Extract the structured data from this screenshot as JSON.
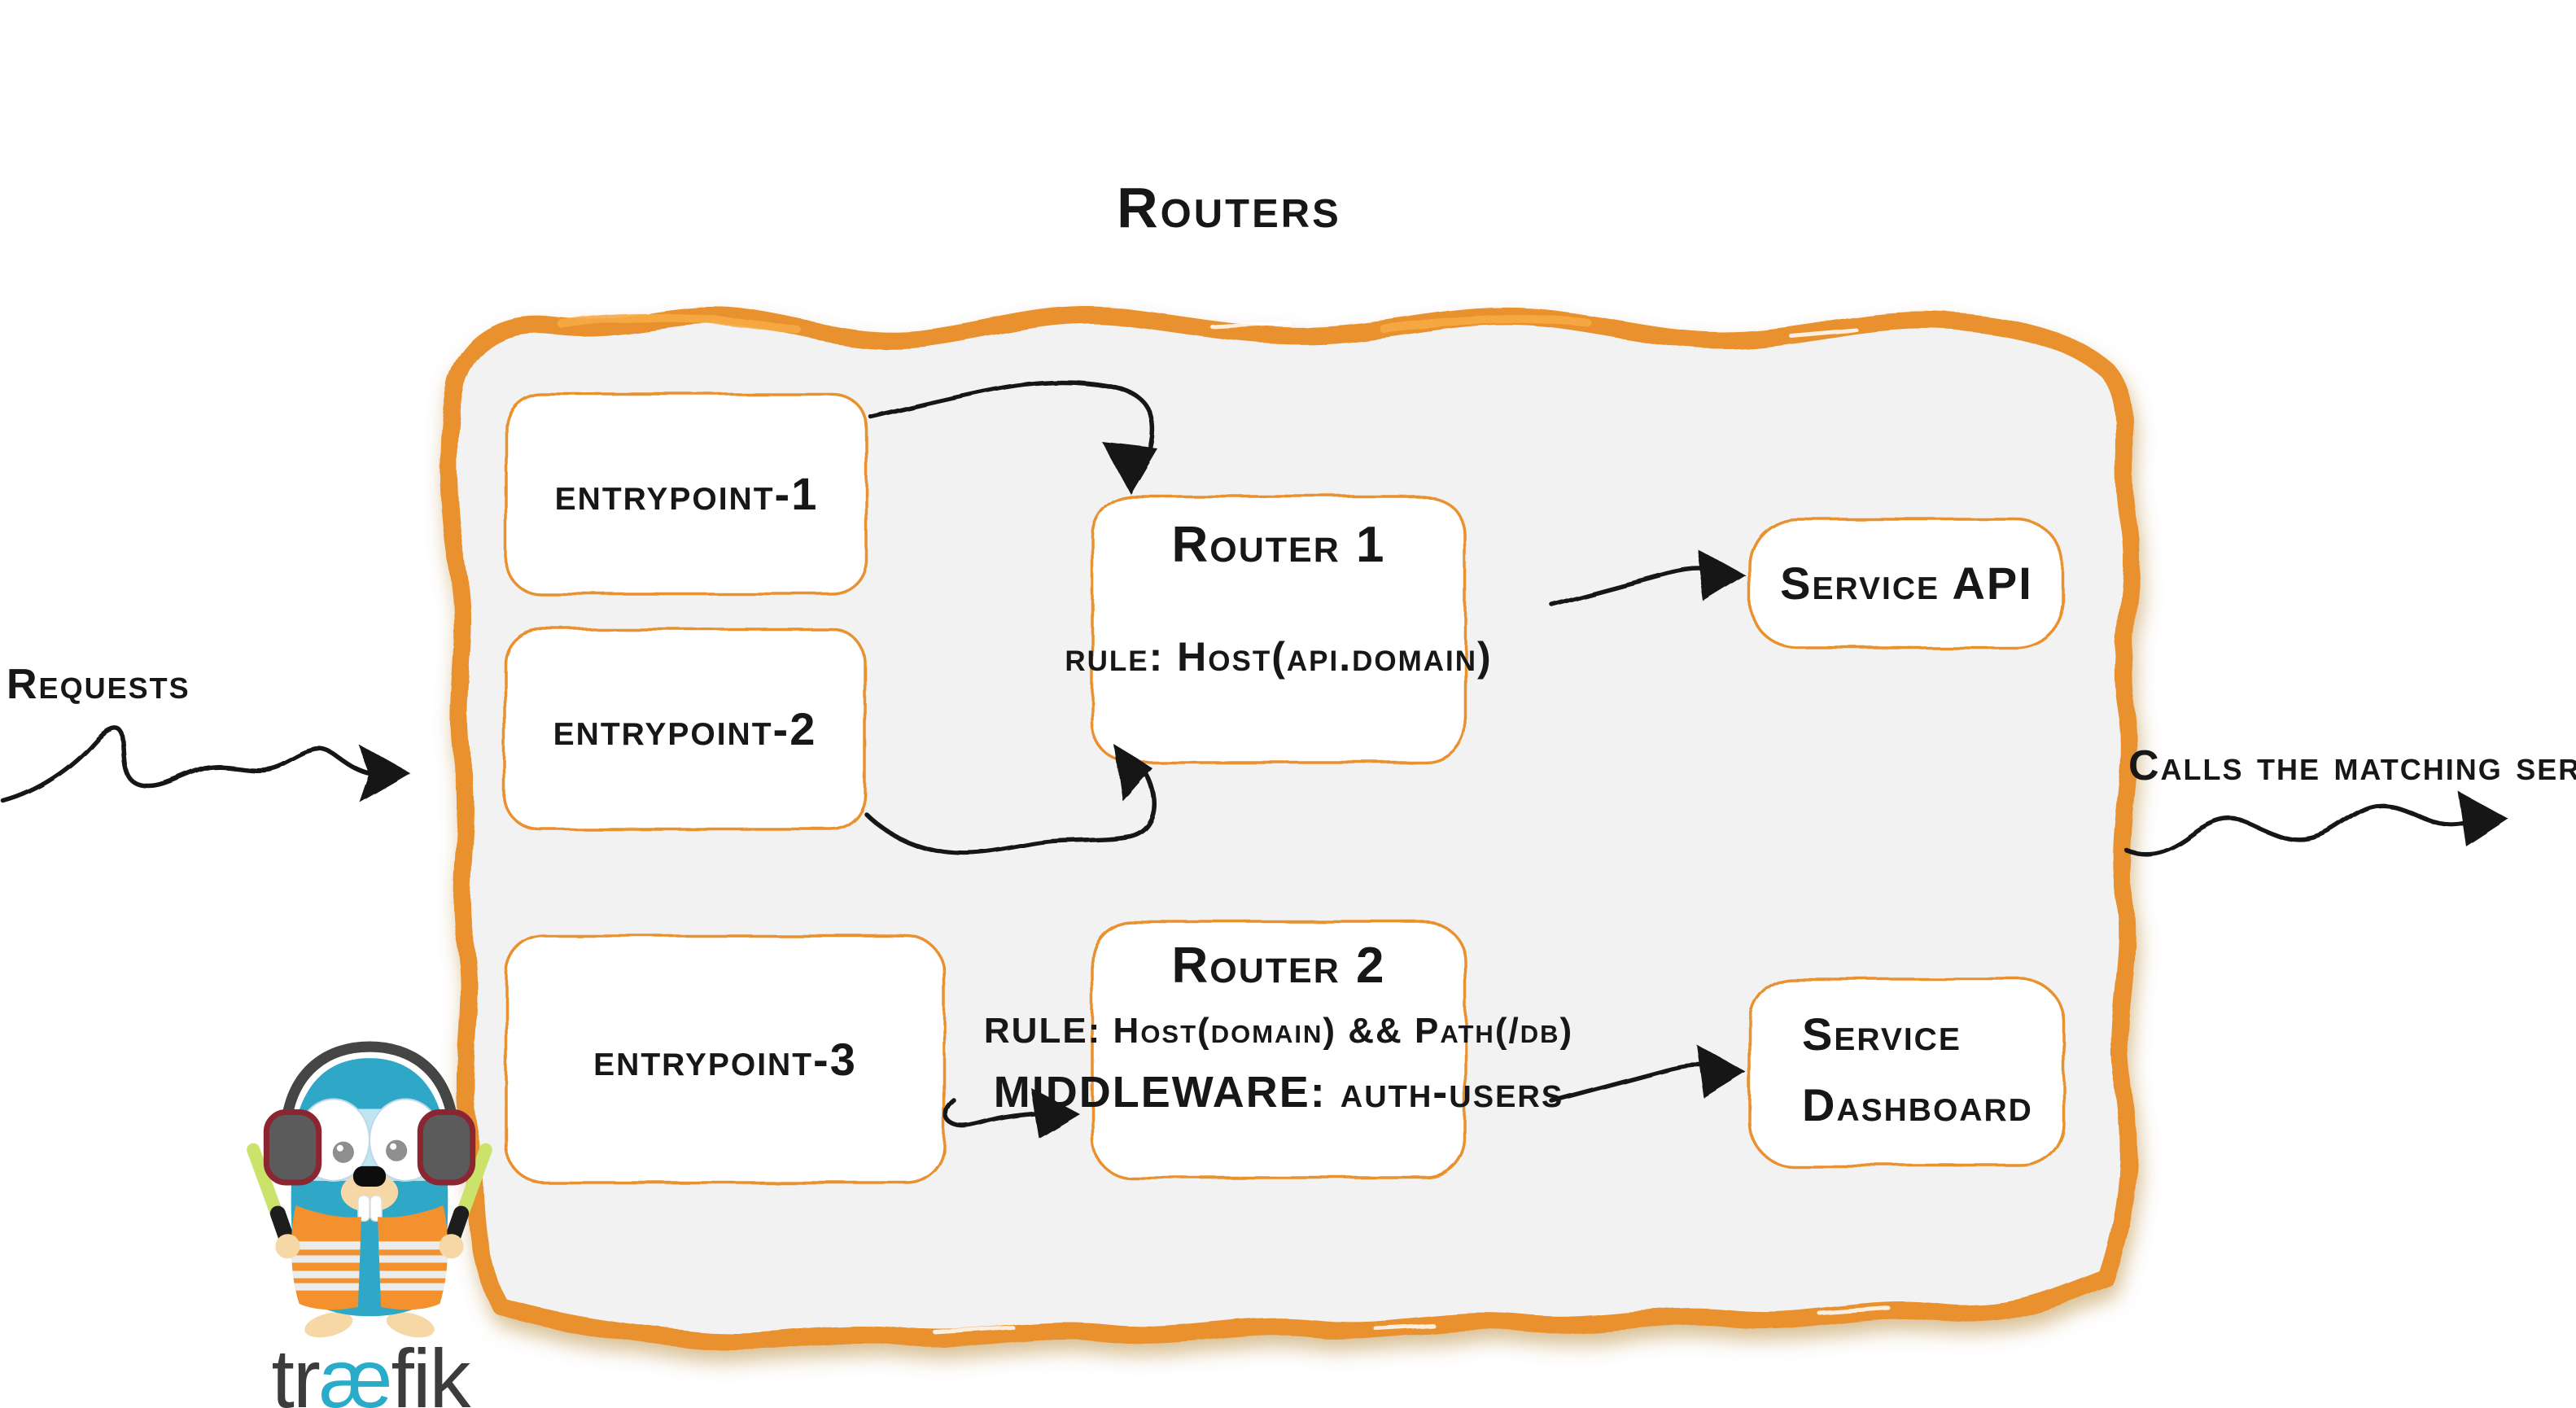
{
  "diagram": {
    "title": "Routers",
    "labels": {
      "requests": "Requests",
      "calls_the_matching_server": "Calls the matching server"
    },
    "entrypoints": [
      {
        "label": "entrypoint-1"
      },
      {
        "label": "entrypoint-2"
      },
      {
        "label": "entrypoint-3"
      }
    ],
    "routers": [
      {
        "title": "Router 1",
        "rule": "rule: Host(api.domain)"
      },
      {
        "title": "Router 2",
        "rule": "RULE: Host(domain) && Path(/db)",
        "middleware": "MIDDLEWARE: auth-users"
      }
    ],
    "services": [
      {
        "label": "Service API"
      },
      {
        "line1": "Service",
        "line2": "Dashboard"
      }
    ],
    "edges": [
      {
        "from": "Requests",
        "to": "Routers container"
      },
      {
        "from": "entrypoint-1",
        "to": "Router 1"
      },
      {
        "from": "entrypoint-2",
        "to": "Router 1"
      },
      {
        "from": "entrypoint-3",
        "to": "Router 2"
      },
      {
        "from": "Router 1",
        "to": "Service API"
      },
      {
        "from": "Router 2",
        "to": "Service Dashboard"
      },
      {
        "from": "Routers container",
        "to": "Calls the matching server"
      }
    ],
    "logo": {
      "prefix": "tr",
      "ae": "æ",
      "suffix": "fik"
    },
    "colors": {
      "accent_orange": "#E8912D",
      "box_border_orange": "#E8912F",
      "container_fill": "#F2F2F2",
      "ink": "#171717",
      "logo_teal": "#29ABCA",
      "logo_dark": "#3C3C3C",
      "gopher_blue": "#2FA8C8",
      "vest_orange": "#F2912E",
      "stick_green": "#CBE36A"
    }
  }
}
